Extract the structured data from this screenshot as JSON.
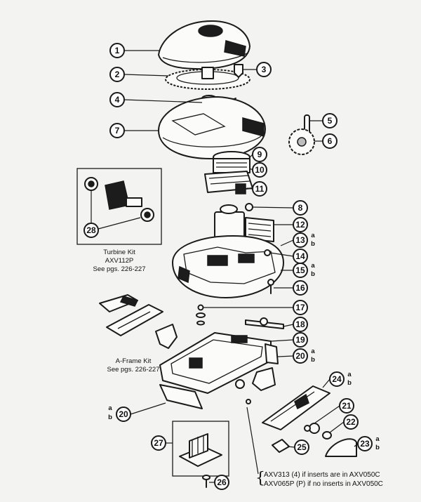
{
  "callouts": [
    {
      "num": "1"
    },
    {
      "num": "2"
    },
    {
      "num": "3"
    },
    {
      "num": "4"
    },
    {
      "num": "5"
    },
    {
      "num": "6"
    },
    {
      "num": "7"
    },
    {
      "num": "8"
    },
    {
      "num": "9"
    },
    {
      "num": "10"
    },
    {
      "num": "11"
    },
    {
      "num": "12"
    },
    {
      "num": "13"
    },
    {
      "num": "14"
    },
    {
      "num": "15"
    },
    {
      "num": "16"
    },
    {
      "num": "17"
    },
    {
      "num": "18"
    },
    {
      "num": "19"
    },
    {
      "num": "20"
    },
    {
      "num": "20"
    },
    {
      "num": "21"
    },
    {
      "num": "22"
    },
    {
      "num": "23"
    },
    {
      "num": "24"
    },
    {
      "num": "25"
    },
    {
      "num": "26"
    },
    {
      "num": "27"
    },
    {
      "num": "28"
    }
  ],
  "suffix": {
    "a": "a",
    "b": "b"
  },
  "turbine_kit": {
    "line1": "Turbine Kit",
    "line2": "AXV112P",
    "line3": "See pgs. 226-227"
  },
  "aframe_kit": {
    "line1": "A-Frame Kit",
    "line2": "See pgs. 226-227"
  },
  "note": {
    "line1": "AXV313 (4) if inserts are in AXV050C",
    "line2": "AXV065P (P) if no inserts in AXV050C"
  }
}
